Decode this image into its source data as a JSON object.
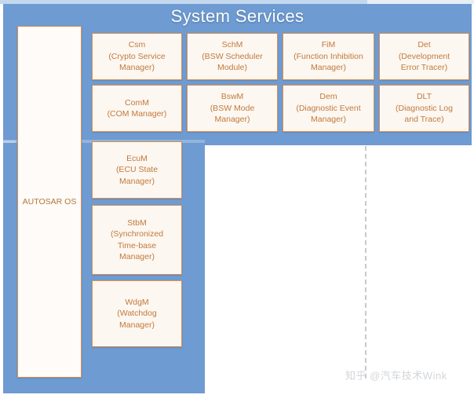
{
  "panel": {
    "title": "System Services",
    "background_color": "#6e9bd1",
    "title_color": "#ffffff",
    "box_border_color": "#d98f52",
    "box_fill_color": "#fdf7f1",
    "box_text_color": "#c07a3d"
  },
  "os_box": {
    "label": "AUTOSAR\nOS"
  },
  "rows": {
    "row1": [
      {
        "abbr": "Csm",
        "full": "(Crypto Service Manager)",
        "label": "Csm\n(Crypto Service\nManager)"
      },
      {
        "abbr": "SchM",
        "full": "(BSW Scheduler Module)",
        "label": "SchM\n(BSW Scheduler\nModule)"
      },
      {
        "abbr": "FiM",
        "full": "(Function Inhibition Manager)",
        "label": "FiM\n(Function Inhibition\nManager)"
      },
      {
        "abbr": "Det",
        "full": "(Development Error Tracer)",
        "label": "Det\n(Development\nError Tracer)"
      }
    ],
    "row2": [
      {
        "abbr": "ComM",
        "full": "(COM Manager)",
        "label": "ComM\n(COM Manager)"
      },
      {
        "abbr": "BswM",
        "full": "(BSW Mode Manager)",
        "label": "BswM\n(BSW Mode\nManager)"
      },
      {
        "abbr": "Dem",
        "full": "(Diagnostic Event Manager)",
        "label": "Dem\n(Diagnostic Event\nManager)"
      },
      {
        "abbr": "DLT",
        "full": "(Diagnostic Log and Trace)",
        "label": "DLT\n(Diagnostic Log\nand Trace)"
      }
    ],
    "column": [
      {
        "abbr": "EcuM",
        "full": "(ECU State Manager)",
        "label": "EcuM\n(ECU State\nManager)"
      },
      {
        "abbr": "StbM",
        "full": "(Synchronized Time-base Manager)",
        "label": "StbM\n(Synchronized\nTime-base\nManager)"
      },
      {
        "abbr": "WdgM",
        "full": "(Watchdog Manager)",
        "label": "WdgM\n(Watchdog\nManager)"
      }
    ]
  },
  "watermark": {
    "text": "知乎 @汽车技术Wink"
  }
}
